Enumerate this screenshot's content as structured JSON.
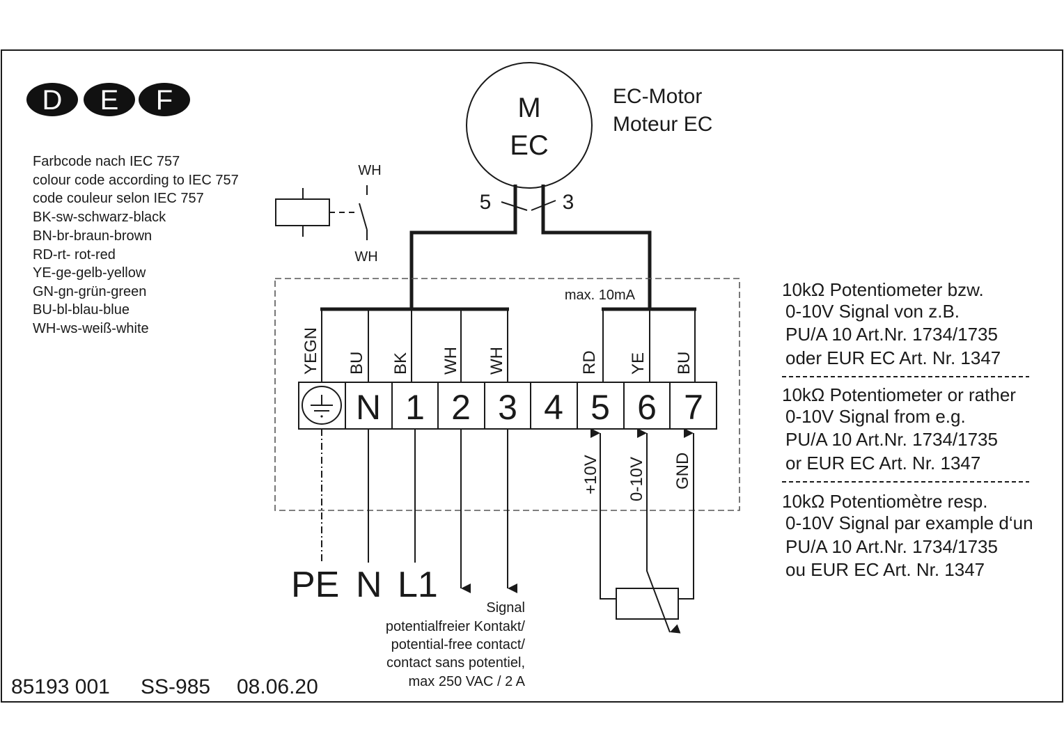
{
  "languages": [
    "D",
    "E",
    "F"
  ],
  "color_code": [
    "Farbcode nach IEC 757",
    "colour code according to IEC 757",
    "code couleur selon IEC 757",
    "BK-sw-schwarz-black",
    "BN-br-braun-brown",
    "RD-rt- rot-red",
    "YE-ge-gelb-yellow",
    "GN-gn-grün-green",
    "BU-bl-blau-blue",
    "WH-ws-weiß-white"
  ],
  "motor": {
    "symbol_top": "M",
    "symbol_bottom": "EC",
    "label_de": "EC-Motor",
    "label_fr": "Moteur EC",
    "contact_left": "5",
    "contact_right": "3"
  },
  "relay": {
    "top_wire": "WH",
    "bottom_wire": "WH"
  },
  "max_current": "max. 10mA",
  "wire_colors": [
    "YEGN",
    "BU",
    "BK",
    "WH",
    "WH",
    "RD",
    "YE",
    "BU"
  ],
  "terminals": [
    "N",
    "1",
    "2",
    "3",
    "4",
    "5",
    "6",
    "7"
  ],
  "control_labels": [
    "+10V",
    "0-10V",
    "GND"
  ],
  "supply_labels": {
    "pe": "PE",
    "n": "N",
    "l1": "L1"
  },
  "signal_note": [
    "Signal",
    "potentialfreier Kontakt/",
    "potential-free contact/",
    "contact sans potentiel,",
    "max 250 VAC / 2 A"
  ],
  "potentiometer_notes": {
    "de": [
      "10kΩ Potentiometer bzw.",
      "0-10V Signal von z.B.",
      "PU/A 10 Art.Nr. 1734/1735",
      "oder EUR EC Art. Nr. 1347"
    ],
    "en": [
      "10kΩ Potentiometer or rather",
      "0-10V Signal from e.g.",
      "PU/A 10 Art.Nr. 1734/1735",
      "or EUR EC Art. Nr. 1347"
    ],
    "fr": [
      "10kΩ Potentiomètre resp.",
      "0-10V Signal par example d‘un",
      "PU/A 10 Art.Nr. 1734/1735",
      "ou EUR EC Art. Nr. 1347"
    ]
  },
  "footer": {
    "doc_number": "85193 001",
    "code": "SS-985",
    "date": "08.06.20"
  }
}
